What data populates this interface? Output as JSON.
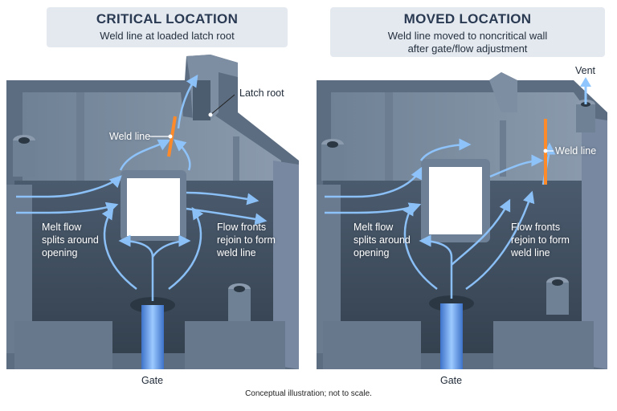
{
  "panels": [
    {
      "title": "CRITICAL LOCATION",
      "subtitle": "Weld line at loaded latch root",
      "labels": {
        "weld_line": "Weld line",
        "latch_root": "Latch root",
        "melt_flow": "Melt flow\nsplits around\nopening",
        "flow_fronts": "Flow fronts\nrejoin to form\nweld line",
        "gate": "Gate"
      }
    },
    {
      "title": "MOVED LOCATION",
      "subtitle": "Weld line moved to noncritical wall\nafter gate/flow adjustment",
      "labels": {
        "vent": "Vent",
        "weld_line": "Weld line",
        "melt_flow": "Melt flow\nsplits around\nopening",
        "flow_fronts": "Flow fronts\nrejoin to form\nweld line",
        "gate": "Gate"
      }
    }
  ],
  "footnote": "Conceptual illustration; not to scale.",
  "colors": {
    "part_dark": "#3b4a5c",
    "part_mid": "#56677b",
    "part_light": "#8596a9",
    "flow": "#6fb4ff",
    "weld": "#ff8a2a",
    "title_bg": "#e4e9f0"
  }
}
